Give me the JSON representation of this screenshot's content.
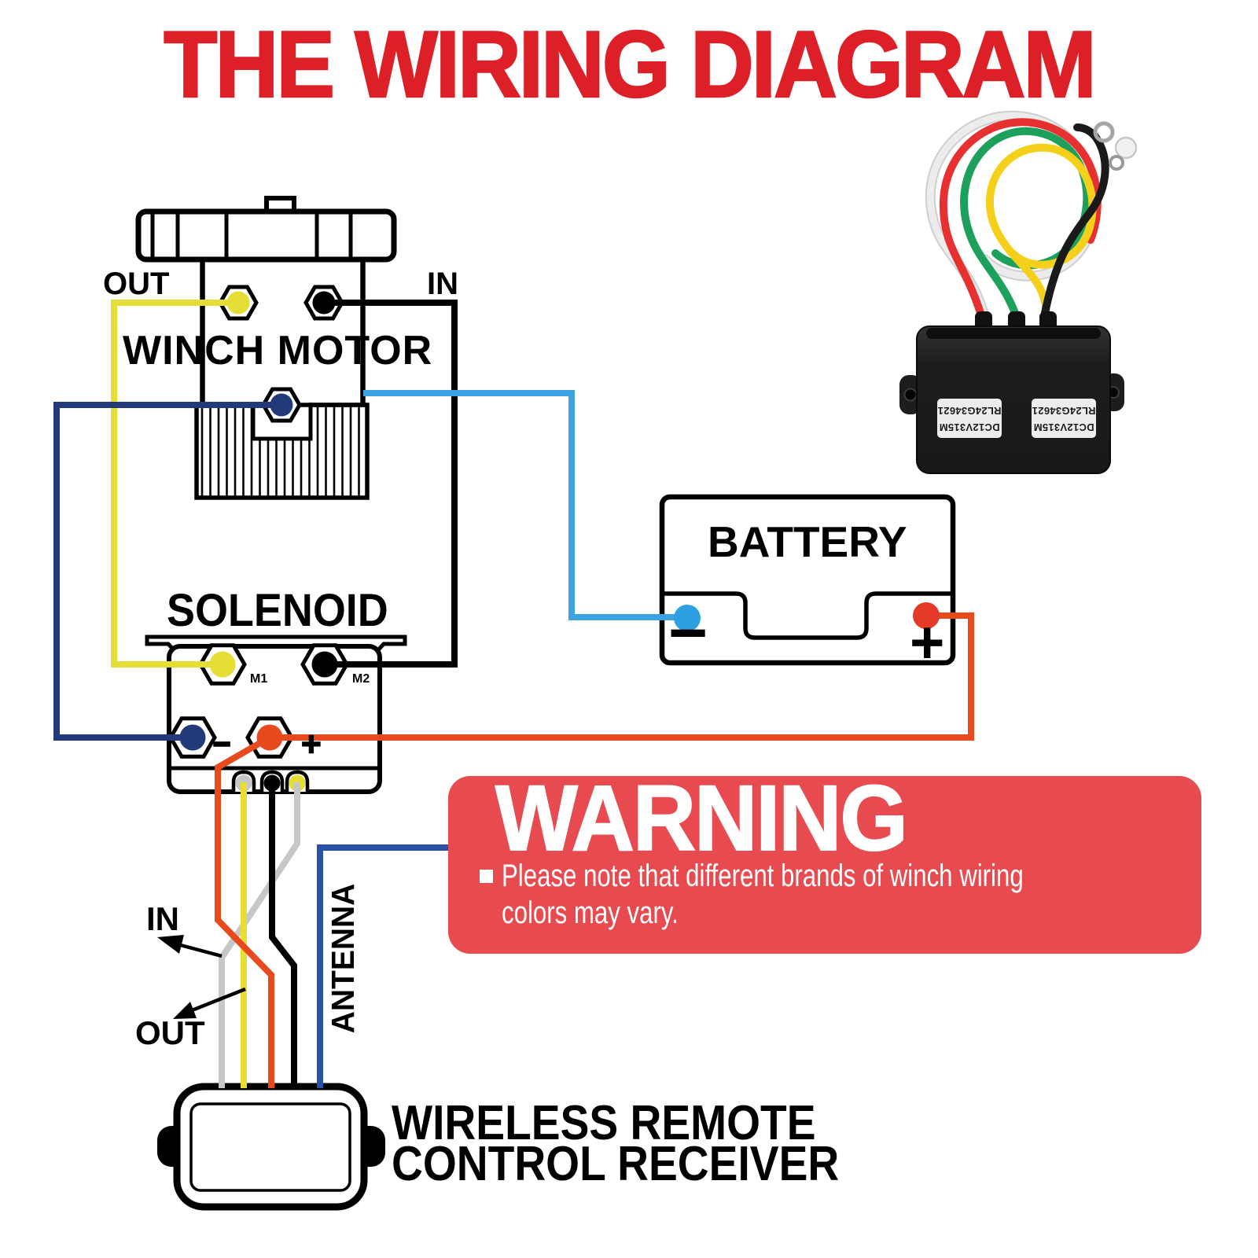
{
  "title": "THE WIRING DIAGRAM",
  "colors": {
    "title-red": "#dd2027",
    "warning-red": "#e74b50",
    "wire-yellow": "#e5de34",
    "wire-gray": "#c7c7c7",
    "wire-black": "#000000",
    "wire-navy": "#22397a",
    "wire-antenna-blue": "#2b51a7",
    "wire-lightblue": "#3da2e2",
    "wire-orange": "#e8491d",
    "battery-minus-blue": "#2e9fe0",
    "battery-plus-red": "#e23a26",
    "module-green": "#1ca05c",
    "module-red": "#e73030",
    "module-yellow": "#f4d01a",
    "module-white": "#ececec"
  },
  "winch_motor": {
    "label": "WINCH MOTOR",
    "out": "OUT",
    "in": "IN"
  },
  "solenoid": {
    "label": "SOLENOID",
    "m1": "M1",
    "m2": "M2",
    "minus": "−",
    "plus": "+"
  },
  "battery": {
    "label": "BATTERY",
    "minus": "−",
    "plus": "+"
  },
  "warning": {
    "title": "WARNING",
    "bullet_text": "Please note that different brands of winch wiring colors may vary."
  },
  "receiver": {
    "line1": "WIRELESS REMOTE",
    "line2": "CONTROL RECEIVER",
    "antenna": "ANTENNA",
    "in": "IN",
    "out": "OUT"
  },
  "module": {
    "label_line1": "DC12V315M",
    "label_line2": "RL24G34621"
  }
}
